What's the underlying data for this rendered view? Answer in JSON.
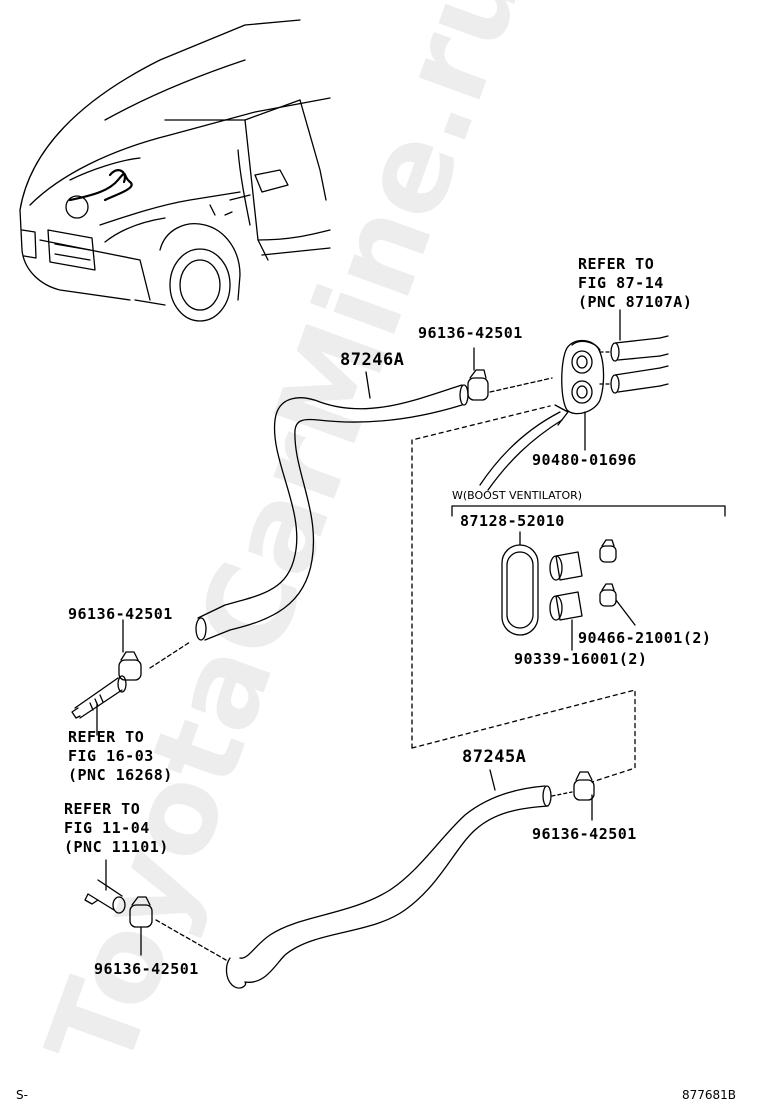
{
  "diagram": {
    "parts": {
      "hose_upper": "87246A",
      "hose_lower": "87245A",
      "clamp_top": "96136-42501",
      "clamp_left": "96136-42501",
      "clamp_right": "96136-42501",
      "clamp_bottom": "96136-42501",
      "grommet": "90480-01696",
      "boost_group": "87128-52010",
      "small_clamp": "90466-21001(2)",
      "connector": "90339-16001(2)"
    },
    "refs": {
      "top_right": [
        "REFER TO",
        "FIG 87-14",
        "(PNC 87107A)"
      ],
      "left_mid": [
        "REFER TO",
        "FIG 16-03",
        "(PNC 16268)"
      ],
      "left_low": [
        "REFER TO",
        "FIG 11-04",
        "(PNC 11101)"
      ]
    },
    "condition_label": "W(BOOST VENTILATOR)",
    "footer_left": "S-",
    "footer_right": "877681B",
    "watermark": "ToyotaCarMine.ru"
  }
}
